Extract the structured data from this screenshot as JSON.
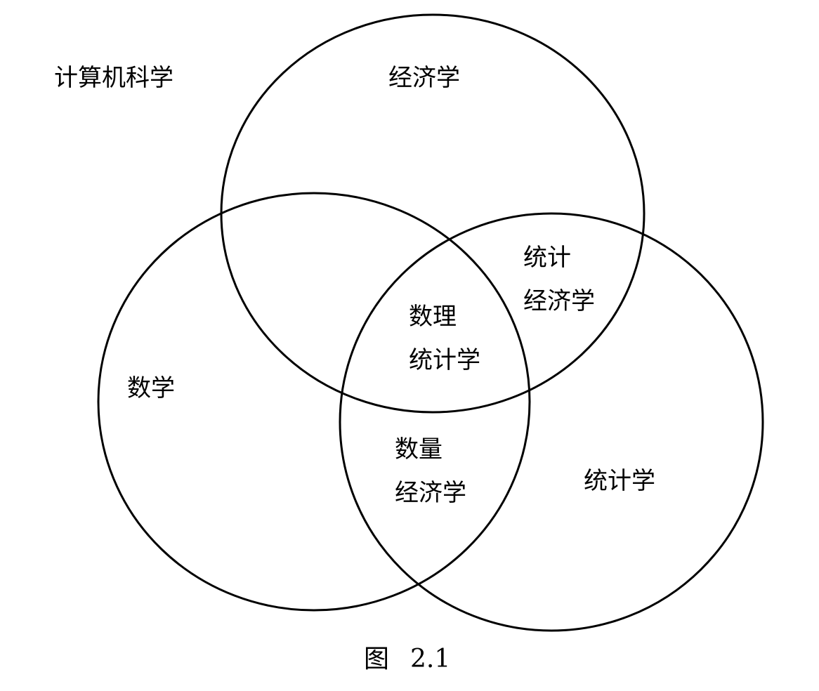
{
  "diagram": {
    "circles": {
      "economics": "经济学",
      "mathematics": "数学",
      "statistics": "统计学"
    },
    "outside_label": "计算机科学",
    "regions": {
      "statistical_economics": [
        "统计",
        "经济学"
      ],
      "mathematical_statistics": [
        "数理",
        "统计学"
      ],
      "quantitative_economics": [
        "数量",
        "经济学"
      ]
    },
    "caption": {
      "prefix": "图",
      "number": "2.1"
    },
    "stroke_color": "#000000",
    "background_color": "#ffffff"
  }
}
